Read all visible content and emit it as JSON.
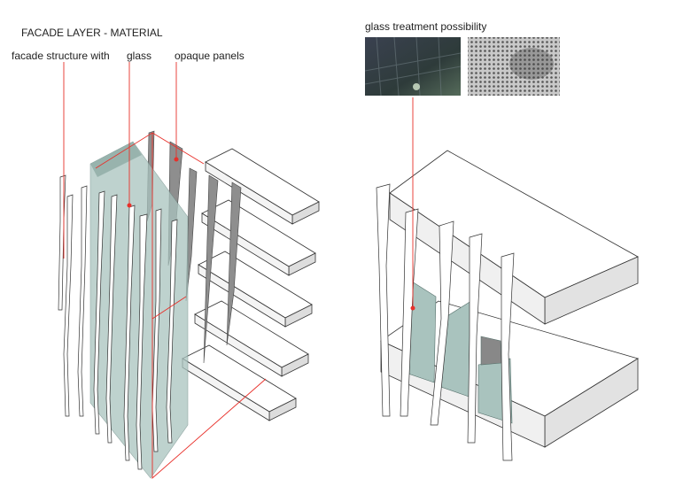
{
  "title": "FACADE LAYER - MATERIAL",
  "labels": {
    "structure": "facade structure with",
    "glass": "glass",
    "opaque": "opaque panels",
    "treatment": "glass treatment possibility"
  },
  "colors": {
    "annotation": "#e8302a",
    "glass": "#a9c3be",
    "opaque": "#8e8e8e",
    "slab_side": "#d8d8d8"
  }
}
